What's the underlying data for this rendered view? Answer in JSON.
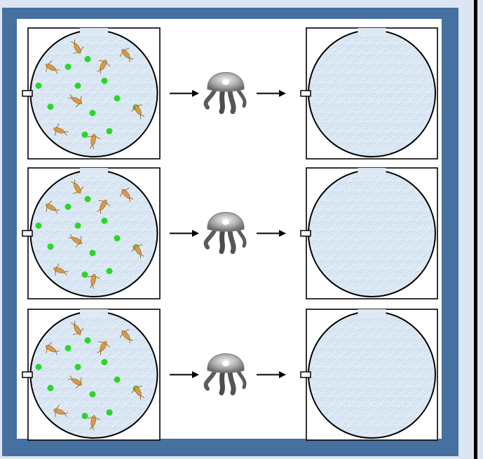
{
  "title": "",
  "rows": [
    {
      "input_contents": {
        "copepods": 8,
        "green_particles": 11
      },
      "organism": "jellyfish-image",
      "output_contents": "empty"
    },
    {
      "input_contents": {
        "copepods": 8,
        "green_particles": 11
      },
      "organism": "jellyfish-image",
      "output_contents": "empty"
    },
    {
      "input_contents": {
        "copepods": 8,
        "green_particles": 11
      },
      "organism": "jellyfish-image",
      "output_contents": "empty"
    }
  ],
  "colors": {
    "frame": "#45709f",
    "page_background": "#dce6f2",
    "panel": "#ffffff",
    "tank_water": "#dde9f4",
    "green_particle": "#29d629",
    "copepod": "#d79a4a",
    "jellyfish": "#6b6b6b"
  }
}
